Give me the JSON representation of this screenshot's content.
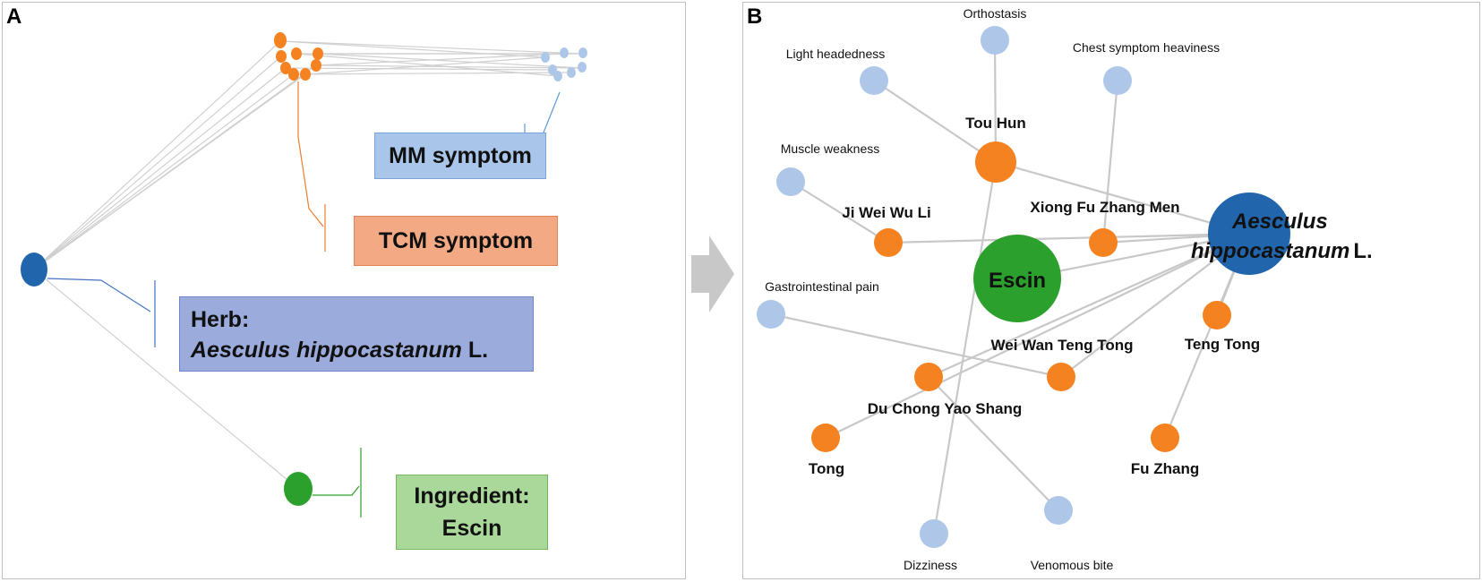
{
  "panel_a": {
    "label": "A",
    "boxes": {
      "mm": "MM symptom",
      "tcm": "TCM symptom",
      "herb_line1": "Herb:",
      "herb_species_italic": "Aesculus hippocastanum",
      "herb_authority": "L.",
      "ingredient_line1": "Ingredient:",
      "ingredient_line2": "Escin"
    }
  },
  "panel_b": {
    "label": "B",
    "herb_italic_line1": "Aesculus",
    "herb_italic_line2": "hippocastanum",
    "herb_authority": "L.",
    "ingredient": "Escin",
    "tcm_symptoms": [
      "Tou Hun",
      "Ji Wei Wu Li",
      "Xiong Fu Zhang Men",
      "Wei Wan Teng Tong",
      "Teng Tong",
      "Du Chong Yao Shang",
      "Tong",
      "Fu Zhang"
    ],
    "mm_symptoms": [
      "Orthostasis",
      "Light headedness",
      "Chest symptom heaviness",
      "Muscle weakness",
      "Gastrointestinal pain",
      "Dizziness",
      "Venomous bite"
    ]
  },
  "colors": {
    "herb": "#2166ac",
    "tcm": "#f58220",
    "mm": "#aec7e8",
    "ingredient": "#2ca02c",
    "edge": "#c8c8c8",
    "arrow": "#c8c8c8"
  }
}
